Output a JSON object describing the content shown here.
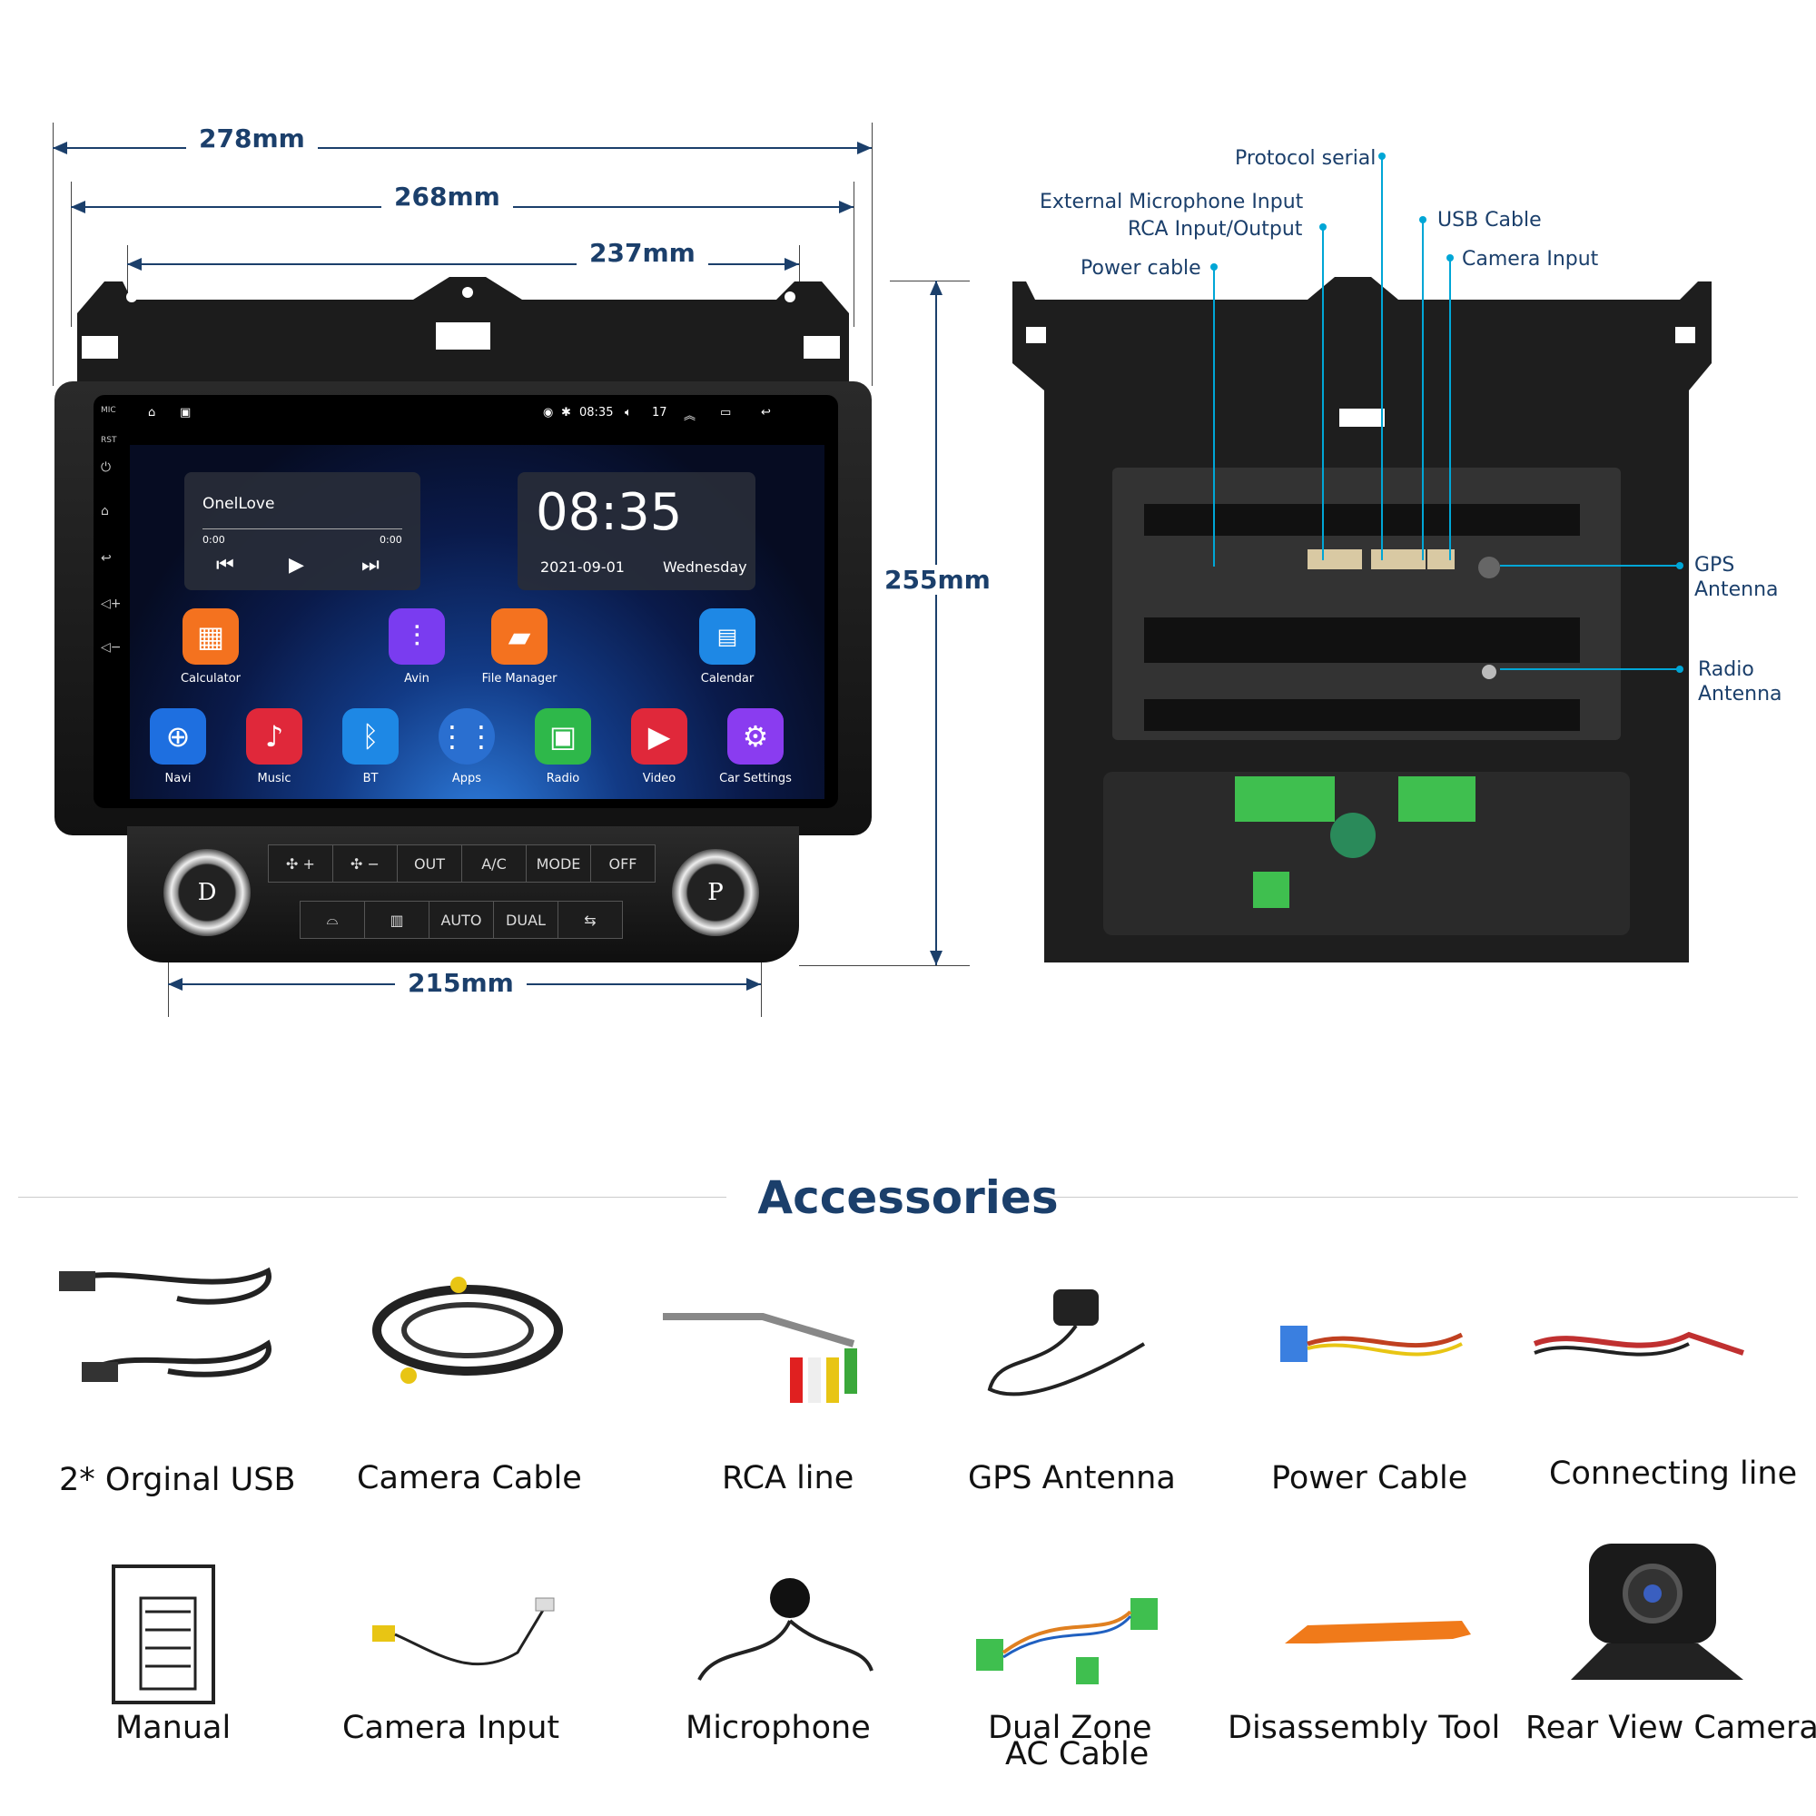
{
  "dimensions": {
    "width_outer": "278mm",
    "width_mid": "268mm",
    "width_inner": "237mm",
    "width_bottom": "215mm",
    "height": "255mm"
  },
  "screen": {
    "status_bar": {
      "mic_label": "MIC",
      "rst_label": "RST",
      "time": "08:35",
      "volume": "17"
    },
    "music_widget": {
      "track": "OnelLove",
      "elapsed": "0:00",
      "total": "0:00"
    },
    "clock_widget": {
      "time": "08:35",
      "date": "2021-09-01",
      "day": "Wednesday"
    },
    "apps_row1": [
      {
        "label": "Calculator",
        "icon": "calculator-icon",
        "color": "#f4721f"
      },
      {
        "label": "Avin",
        "icon": "equalizer-icon",
        "color": "#7a3cf0"
      },
      {
        "label": "File Manager",
        "icon": "folder-icon",
        "color": "#f4721f"
      },
      {
        "label": "Calendar",
        "icon": "calendar-icon",
        "color": "#1e88e5"
      }
    ],
    "apps_row2": [
      {
        "label": "Navi",
        "icon": "compass-icon",
        "color": "#1e6fe0"
      },
      {
        "label": "Music",
        "icon": "music-note-icon",
        "color": "#e0283a"
      },
      {
        "label": "BT",
        "icon": "bluetooth-icon",
        "color": "#1e88e5"
      },
      {
        "label": "Apps",
        "icon": "grid-icon",
        "color": "#2a6fd0"
      },
      {
        "label": "Radio",
        "icon": "radio-icon",
        "color": "#2eb84a"
      },
      {
        "label": "Video",
        "icon": "play-icon",
        "color": "#e0283a"
      },
      {
        "label": "Car Settings",
        "icon": "gear-icon",
        "color": "#8a3cf0"
      }
    ]
  },
  "ac_panel": {
    "left_knob": "D",
    "right_knob": "P",
    "top_row": [
      "✣ +",
      "✣ −",
      "OUT",
      "A/C",
      "MODE",
      "OFF"
    ],
    "bottom_row": [
      "⌓",
      "▥",
      "AUTO",
      "DUAL",
      "⇆"
    ]
  },
  "back_callouts": {
    "protocol_serial": "Protocol serial",
    "ext_mic": "External Microphone Input",
    "rca": "RCA Input/Output",
    "usb": "USB Cable",
    "power": "Power cable",
    "camera": "Camera Input",
    "gps": "GPS\nAntenna",
    "gps_line1": "GPS",
    "gps_line2": "Antenna",
    "radio_line1": "Radio",
    "radio_line2": "Antenna"
  },
  "accessories": {
    "title": "Accessories",
    "row1": [
      "2* Orginal USB",
      "Camera Cable",
      "RCA line",
      "GPS Antenna",
      "Power Cable",
      "Connecting line"
    ],
    "row2": [
      "Manual",
      "Camera Input",
      "Microphone",
      "Dual Zone",
      "Disassembly Tool",
      "Rear View Camera"
    ],
    "row2_sub": "AC Cable"
  },
  "colors": {
    "dimension_text": "#1b3f6b",
    "callout_line": "#00a6d6",
    "title": "#1b3f6b"
  }
}
